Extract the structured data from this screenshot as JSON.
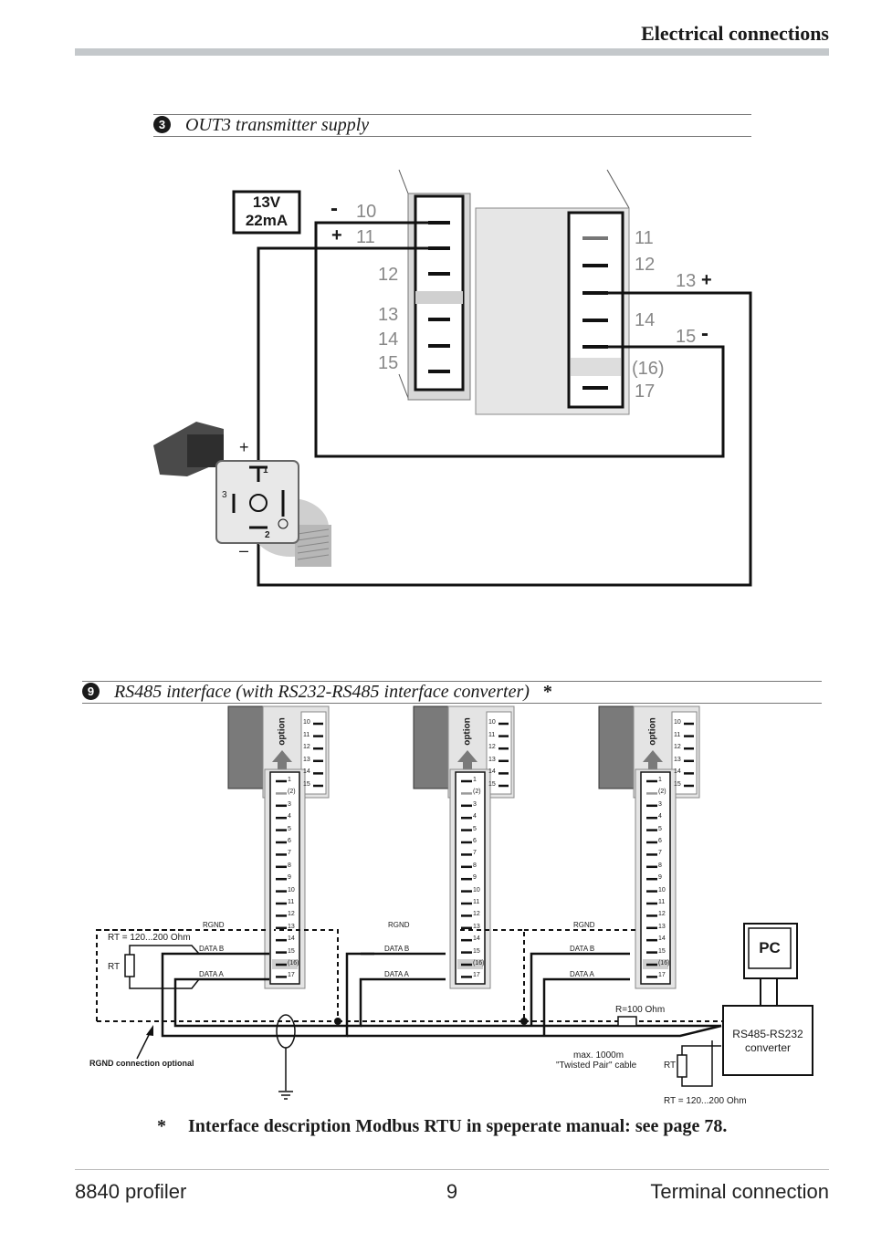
{
  "header": {
    "title": "Electrical connections"
  },
  "section3": {
    "number": "3",
    "title": "OUT3 transmitter supply",
    "supply_box": [
      "13V",
      "22mA"
    ],
    "left_block": {
      "minus": "-",
      "plus": "+",
      "terminals": [
        "10",
        "11",
        "12",
        "13",
        "14",
        "15"
      ]
    },
    "right_block": {
      "terminals": [
        "11",
        "12",
        "14",
        "(16)",
        "17"
      ],
      "t13": "13",
      "t15": "15",
      "plus": "+",
      "minus": "-"
    },
    "sensor": {
      "plus": "+",
      "minus": "–",
      "pins": [
        "1",
        "2",
        "3"
      ]
    }
  },
  "section9": {
    "number": "9",
    "title": "RS485 interface (with RS232-RS485 interface converter)",
    "asterisk": "*",
    "option_label": "option",
    "option_terminals": [
      "10",
      "11",
      "12",
      "13",
      "14",
      "15"
    ],
    "main_terminals": [
      "1",
      "(2)",
      "3",
      "4",
      "5",
      "6",
      "7",
      "8",
      "9",
      "10",
      "11",
      "12",
      "13",
      "14",
      "15",
      "(16)",
      "17"
    ],
    "labels": {
      "rgnd": "RGND",
      "data_b": "DATA B",
      "data_a": "DATA A"
    },
    "rt_left": "RT = 120...200 Ohm",
    "rt": "RT",
    "rgnd_optional": "RGND  connection optional",
    "r100": "R=100 Ohm",
    "cable": [
      "max. 1000m",
      "\"Twisted Pair\" cable"
    ],
    "pc": "PC",
    "converter": [
      "RS485-RS232",
      "converter"
    ],
    "rt_right": "RT = 120...200 Ohm"
  },
  "note": {
    "star": "*",
    "text": "Interface description Modbus RTU in speperate manual: see page 78."
  },
  "footer": {
    "left": "8840 profiler",
    "center": "9",
    "right": "Terminal connection"
  }
}
